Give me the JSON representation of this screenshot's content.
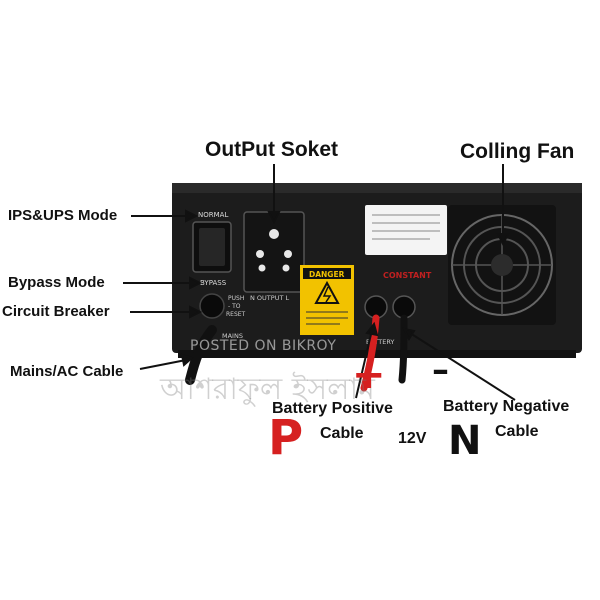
{
  "labels": {
    "output_socket": "OutPut Soket",
    "cooling_fan": "Colling Fan",
    "ips_ups_mode": "IPS&UPS Mode",
    "bypass_mode": "Bypass Mode",
    "circuit_breaker": "Circuit Breaker",
    "mains_cable": "Mains/AC Cable",
    "battery_positive": "Battery Positive",
    "battery_positive_cable": "Cable",
    "battery_negative": "Battery Negative",
    "battery_negative_cable": "Cable",
    "voltage": "12V",
    "positive_letter": "P",
    "negative_letter": "N",
    "plus_sign": "+",
    "minus_sign": "–"
  },
  "panel_text": {
    "normal": "NORMAL",
    "bypass": "BYPASS",
    "push_to_reset": "PUSH\n- TO\nRESET",
    "output": "N   OUTPUT   L",
    "mains": "MAINS",
    "danger": "DANGER",
    "battery": "BATTERY",
    "brand": "CONSTANT"
  },
  "watermark": {
    "line1": "POSTED ON BIKROY",
    "line2": "আশরাফুল ইসলাম"
  },
  "colors": {
    "device_body": "#1c1c1c",
    "danger_yellow": "#f2c200",
    "positive_red": "#d62020",
    "negative_black": "#111111",
    "label_text": "#111111"
  }
}
